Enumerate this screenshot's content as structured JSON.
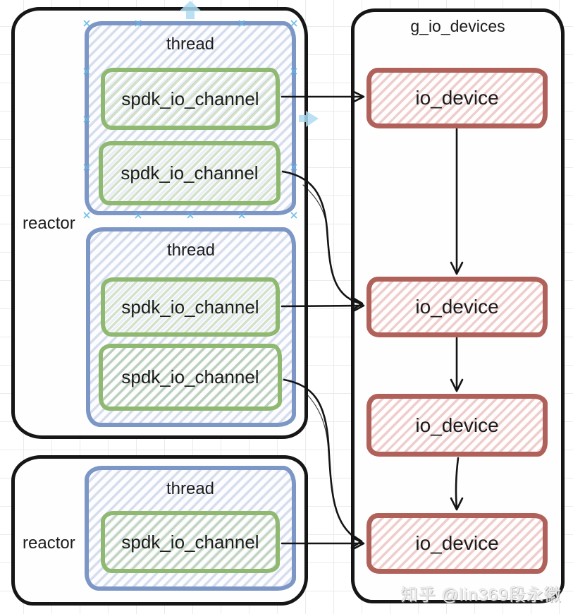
{
  "diagram": {
    "reactors": [
      {
        "label": "reactor",
        "threads": [
          {
            "label": "thread",
            "channels": [
              {
                "label": "spdk_io_channel"
              },
              {
                "label": "spdk_io_channel"
              }
            ]
          },
          {
            "label": "thread",
            "channels": [
              {
                "label": "spdk_io_channel"
              },
              {
                "label": "spdk_io_channel"
              }
            ]
          }
        ]
      },
      {
        "label": "reactor",
        "threads": [
          {
            "label": "thread",
            "channels": [
              {
                "label": "spdk_io_channel"
              }
            ]
          }
        ]
      }
    ],
    "device_panel": {
      "title": "g_io_devices",
      "devices": [
        {
          "label": "io_device"
        },
        {
          "label": "io_device"
        },
        {
          "label": "io_device"
        },
        {
          "label": "io_device"
        }
      ]
    },
    "edges": [
      {
        "from": "reactor1.thread1.channel1",
        "to": "io_device1",
        "style": "straight-arrow"
      },
      {
        "from": "reactor1.thread1.channel2",
        "to": "io_device2",
        "style": "curved-arrow"
      },
      {
        "from": "reactor1.thread2.channel1",
        "to": "io_device2",
        "style": "straight-arrow"
      },
      {
        "from": "reactor1.thread2.channel2",
        "to": "io_device4",
        "style": "curved-arrow"
      },
      {
        "from": "reactor2.thread1.channel1",
        "to": "io_device4",
        "style": "straight-arrow"
      },
      {
        "from": "io_device1",
        "to": "io_device2",
        "style": "straight-arrow"
      },
      {
        "from": "io_device2",
        "to": "io_device3",
        "style": "straight-arrow"
      },
      {
        "from": "io_device3",
        "to": "io_device4",
        "style": "straight-arrow"
      }
    ],
    "editor_artifacts": {
      "selected_shape": "thread1",
      "handle_marker": "x",
      "clone_arrows": [
        "up",
        "right"
      ]
    },
    "watermark": "知乎 @lin369段永徽",
    "colors": {
      "container_border": "#161616",
      "thread_border": "#7c96c5",
      "thread_hatch": "#d6dff0",
      "channel_border": "#8fb871",
      "channel_hatch": "#dce9d1",
      "device_border": "#b0615a",
      "device_hatch": "#f1d4d0",
      "arrow": "#141414",
      "handle_blue": "#63b6e5",
      "grid": "#ebebeb"
    }
  }
}
